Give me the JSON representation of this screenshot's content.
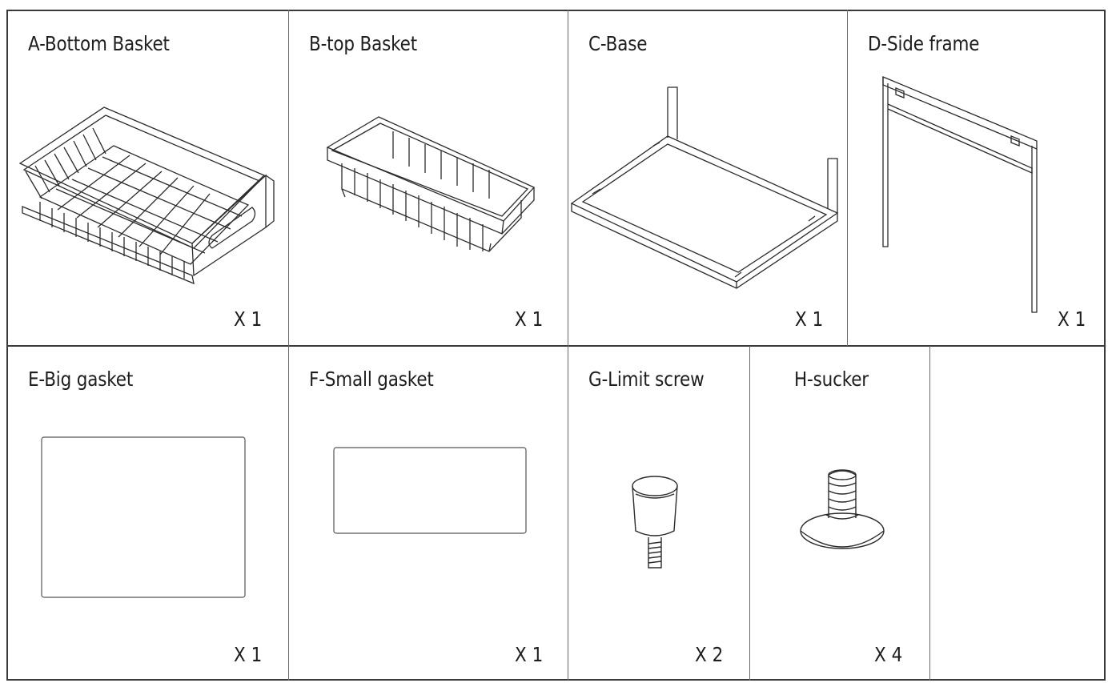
{
  "parts": [
    {
      "id": "a",
      "label": "A-Bottom Basket",
      "quantity": "X 1",
      "icon": "bottom-basket-icon"
    },
    {
      "id": "b",
      "label": "B-top Basket",
      "quantity": "X 1",
      "icon": "top-basket-icon"
    },
    {
      "id": "c",
      "label": "C-Base",
      "quantity": "X 1",
      "icon": "base-icon"
    },
    {
      "id": "d",
      "label": "D-Side frame",
      "quantity": "X 1",
      "icon": "side-frame-icon"
    },
    {
      "id": "e",
      "label": "E-Big gasket",
      "quantity": "X 1",
      "icon": "big-gasket-icon"
    },
    {
      "id": "f",
      "label": "F-Small gasket",
      "quantity": "X 1",
      "icon": "small-gasket-icon"
    },
    {
      "id": "g",
      "label": "G-Limit screw",
      "quantity": "X 2",
      "icon": "limit-screw-icon"
    },
    {
      "id": "h",
      "label": "H-sucker",
      "quantity": "X 4",
      "icon": "sucker-icon"
    }
  ],
  "colors": {
    "line": "#3a3a3a",
    "drawing": "#2b2b2b",
    "background": "#ffffff"
  }
}
